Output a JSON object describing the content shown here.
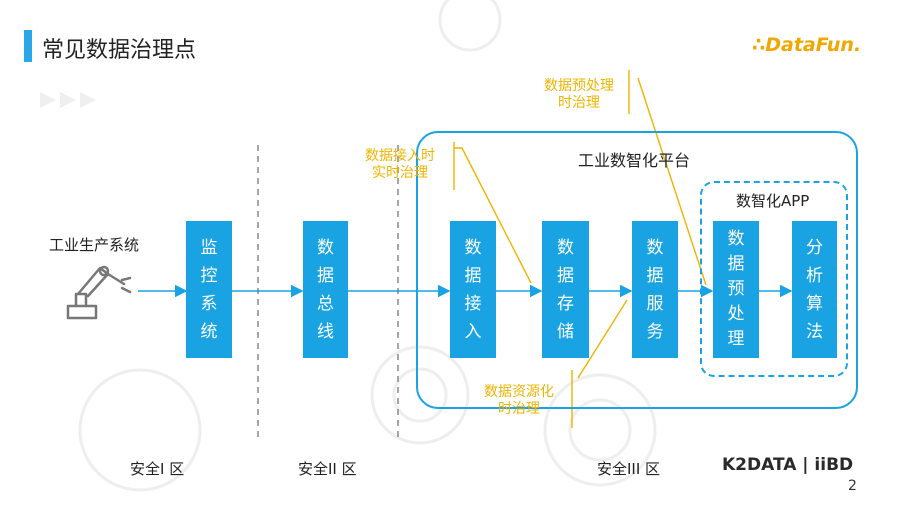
{
  "slide": {
    "title": "常见数据治理点",
    "logo": {
      "mark": "∴",
      "text": "DataFun."
    },
    "source_label": "工业生产系统",
    "boxes": {
      "monitor": [
        "监",
        "控",
        "系",
        "统"
      ],
      "bus": [
        "数",
        "据",
        "总",
        "线"
      ],
      "ingest": [
        "数",
        "据",
        "接",
        "入"
      ],
      "storage": [
        "数",
        "据",
        "存",
        "储"
      ],
      "service": [
        "数",
        "据",
        "服",
        "务"
      ],
      "preprocess": [
        "数",
        "据",
        "预",
        "处",
        "理"
      ],
      "analysis": [
        "分",
        "析",
        "算",
        "法"
      ]
    },
    "platform_label": "工业数智化平台",
    "app_label": "数智化APP",
    "annotations": {
      "preprocess": [
        "数据预处理",
        "时治理"
      ],
      "ingest": [
        "数据接入时",
        "实时治理"
      ],
      "resource": [
        "数据资源化",
        "时治理"
      ]
    },
    "zones": {
      "zone1": "安全I 区",
      "zone2": "安全II 区",
      "zone3": "安全III 区"
    },
    "footer_logo": "K2DATA | iiBD",
    "page_number": "2"
  },
  "colors": {
    "accent": "#19a3e3",
    "annotation": "#f0b400",
    "title_bar": "#2aa7e6"
  },
  "icons": [
    "robot-arm-icon"
  ]
}
